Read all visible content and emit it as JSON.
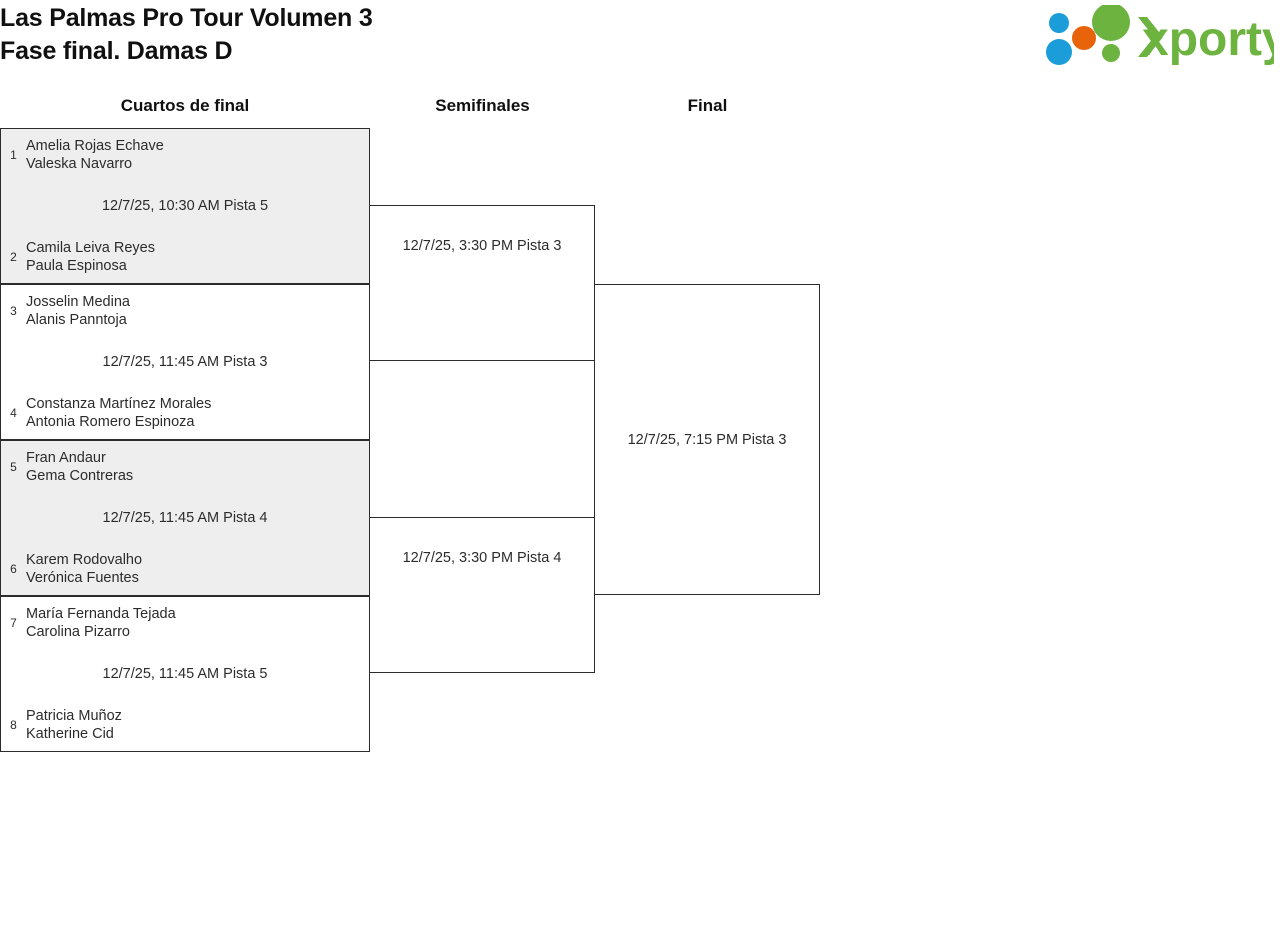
{
  "header": {
    "title": "Las Palmas Pro Tour Volumen 3\nFase final. Damas D",
    "logo_name": "xporty",
    "logo_colors": {
      "green": "#6cb33f",
      "blue": "#1b9dd9",
      "orange": "#e8630a",
      "text_green": "#6cb33f"
    }
  },
  "rounds": [
    {
      "label": "Cuartos de final"
    },
    {
      "label": "Semifinales"
    },
    {
      "label": "Final"
    }
  ],
  "matches": {
    "quarterfinals": [
      {
        "shaded": true,
        "time": "12/7/25, 10:30 AM Pista 5",
        "top": {
          "seed": "1",
          "players": "Amelia Rojas Echave\nValeska Navarro"
        },
        "bottom": {
          "seed": "2",
          "players": "Camila Leiva Reyes\nPaula Espinosa"
        }
      },
      {
        "shaded": false,
        "time": "12/7/25, 11:45 AM Pista 3",
        "top": {
          "seed": "3",
          "players": "Josselin Medina\nAlanis Panntoja"
        },
        "bottom": {
          "seed": "4",
          "players": "Constanza Martínez Morales\nAntonia Romero Espinoza"
        }
      },
      {
        "shaded": true,
        "time": "12/7/25, 11:45 AM Pista 4",
        "top": {
          "seed": "5",
          "players": "Fran Andaur\nGema Contreras"
        },
        "bottom": {
          "seed": "6",
          "players": "Karem Rodovalho\nVerónica Fuentes"
        }
      },
      {
        "shaded": false,
        "time": "12/7/25, 11:45 AM Pista 5",
        "top": {
          "seed": "7",
          "players": "María Fernanda Tejada\nCarolina Pizarro"
        },
        "bottom": {
          "seed": "8",
          "players": "Patricia Muñoz\nKatherine Cid"
        }
      }
    ],
    "semifinals": [
      {
        "time": "12/7/25, 3:30 PM Pista 3"
      },
      {
        "time": "12/7/25, 3:30 PM Pista 4"
      }
    ],
    "final": [
      {
        "time": "12/7/25, 7:15 PM Pista 3"
      }
    ]
  }
}
